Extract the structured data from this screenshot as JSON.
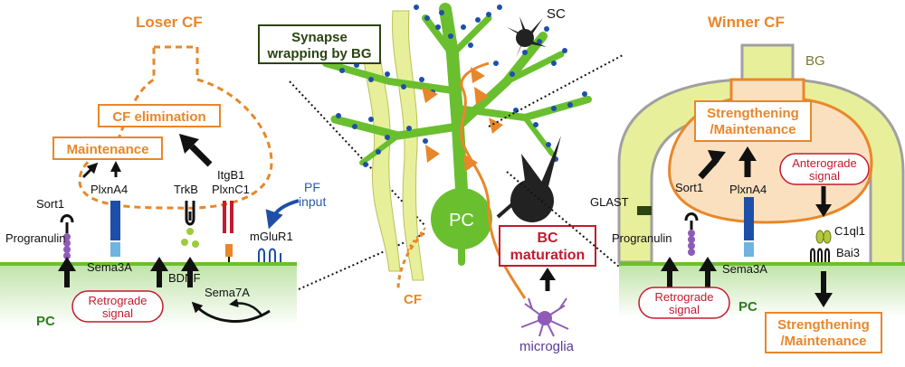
{
  "colors": {
    "orange": "#e8872a",
    "green": "#6abf2e",
    "dark_green": "#2c4412",
    "red": "#c41a2f",
    "blue": "#1e4fa8",
    "light_blue": "#6fb3e0",
    "purple": "#8f5bb8",
    "bergmann_glia": "#e8ef9a",
    "black": "#222222"
  },
  "left": {
    "title": "Loser CF",
    "cf_elimination": "CF elimination",
    "maintenance": "Maintenance",
    "sort1": "Sort1",
    "plxna4": "PlxnA4",
    "trkb": "TrkB",
    "itgb1": "ItgB1",
    "plxnc1": "PlxnC1",
    "pf_input_1": "PF",
    "pf_input_2": "input",
    "progranulin": "Progranulin",
    "mglur1": "mGluR1",
    "sema3a": "Sema3A",
    "bdnf": "BDNF",
    "sema7a": "Sema7A",
    "retrograde_1": "Retrograde",
    "retrograde_2": "signal",
    "pc": "PC"
  },
  "center": {
    "synapse_wrapping_1": "Synapse",
    "synapse_wrapping_2": "wrapping by BG",
    "sc": "SC",
    "pc": "PC",
    "bc_maturation_1": "BC",
    "bc_maturation_2": "maturation",
    "cf": "CF",
    "microglia": "microglia"
  },
  "right": {
    "title": "Winner CF",
    "bg": "BG",
    "strengthening_1": "Strengthening",
    "strengthening_2": "/Maintenance",
    "anterograde_1": "Anterograde",
    "anterograde_2": "signal",
    "glast": "GLAST",
    "sort1": "Sort1",
    "plxna4": "PlxnA4",
    "progranulin": "Progranulin",
    "c1ql1": "C1ql1",
    "bai3": "Bai3",
    "sema3a": "Sema3A",
    "retrograde_1": "Retrograde",
    "retrograde_2": "signal",
    "pc": "PC",
    "bottom_strengthening_1": "Strengthening",
    "bottom_strengthening_2": "/Maintenance"
  }
}
